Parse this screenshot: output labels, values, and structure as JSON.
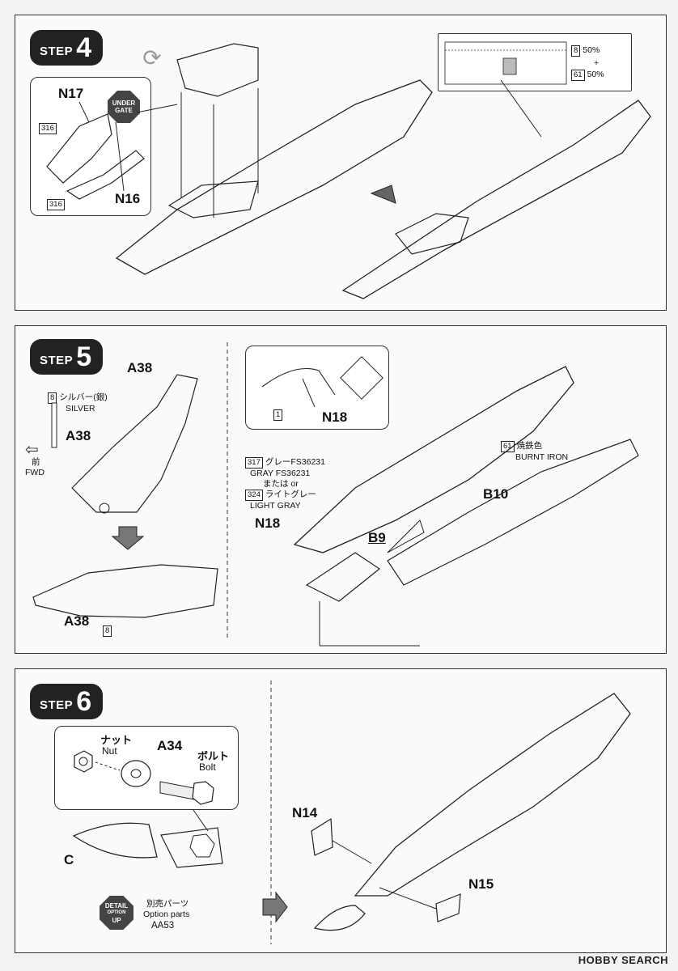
{
  "steps": [
    {
      "word": "STEP",
      "number": "4"
    },
    {
      "word": "STEP",
      "number": "5"
    },
    {
      "word": "STEP",
      "number": "6"
    }
  ],
  "step4": {
    "inset_n17": "N17",
    "inset_n16": "N16",
    "inset_316a": "316",
    "inset_316b": "316",
    "badge_line1": "UNDER",
    "badge_line2": "GATE",
    "color_8": "8",
    "color_8_pct": "50%",
    "plus": "+",
    "color_61": "61",
    "color_61_pct": "50%"
  },
  "step5": {
    "a38_top": "A38",
    "silver_num": "8",
    "silver_jp": "シルバー(銀)",
    "silver_en": "SILVER",
    "a38_mid": "A38",
    "fwd_jp": "前",
    "fwd_en": "FWD",
    "a38_bottom": "A38",
    "bottom_num": "8",
    "inset_num": "1",
    "inset_n18": "N18",
    "gray_num": "317",
    "gray_jp": "グレーFS36231",
    "gray_en": "GRAY FS36231",
    "or_text": "または or",
    "lgray_num": "324",
    "lgray_jp": "ライトグレー",
    "lgray_en": "LIGHT GRAY",
    "n18_main": "N18",
    "burnt_num": "61",
    "burnt_jp": "焼鉄色",
    "burnt_en": "BURNT IRON",
    "b10": "B10",
    "b9": "B9"
  },
  "step6": {
    "nut_jp": "ナット",
    "nut_en": "Nut",
    "a34": "A34",
    "bolt_jp": "ボルト",
    "bolt_en": "Bolt",
    "c": "C",
    "detail_line1": "DETAIL",
    "detail_line2": "OPTION",
    "detail_line3": "UP",
    "option_jp": "別売パーツ",
    "option_en": "Option parts",
    "option_code": "AA53",
    "n14": "N14",
    "n15": "N15"
  },
  "watermark": "HOBBY SEARCH"
}
